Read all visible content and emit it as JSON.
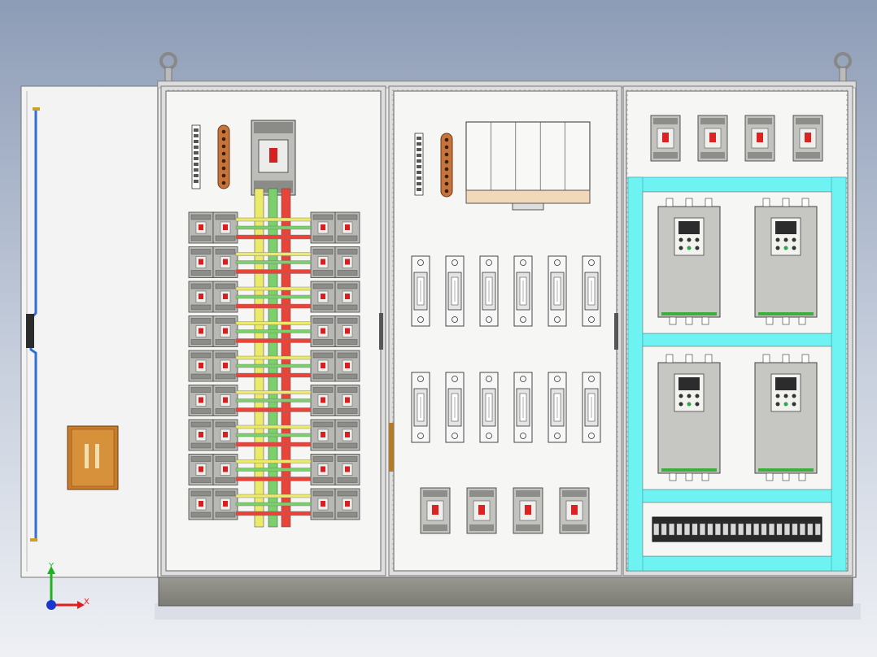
{
  "scene": {
    "type": "electrical-control-cabinet-cad-view",
    "colors": {
      "sheet_metal": "#e9e9e9",
      "panel_face": "#f6f6f4",
      "frame_edge": "#8a8a8a",
      "plinth": "#8e8e86",
      "copper": "#c7743c",
      "cyan_rail": "#6ff2f2",
      "busbar_red": "#e8443a",
      "busbar_green": "#7ad06a",
      "busbar_yellow": "#ecea6a",
      "breaker_body": "#b8b8b4",
      "drive_body": "#c6c6c2",
      "axis_y": "#1db31d",
      "axis_x": "#e01e1e",
      "axis_origin": "#1a35d0"
    }
  },
  "axis": {
    "x_label": "X",
    "y_label": "Y"
  },
  "section_left": {
    "busbar_phases": [
      "yellow",
      "green",
      "red"
    ],
    "breaker_rows": 9
  },
  "section_middle": {
    "fuse_rows": 2,
    "fuses_per_row": 6,
    "small_breakers": 4
  },
  "section_right": {
    "top_breakers": 4,
    "drives": 4,
    "terminal_blocks": 22
  }
}
